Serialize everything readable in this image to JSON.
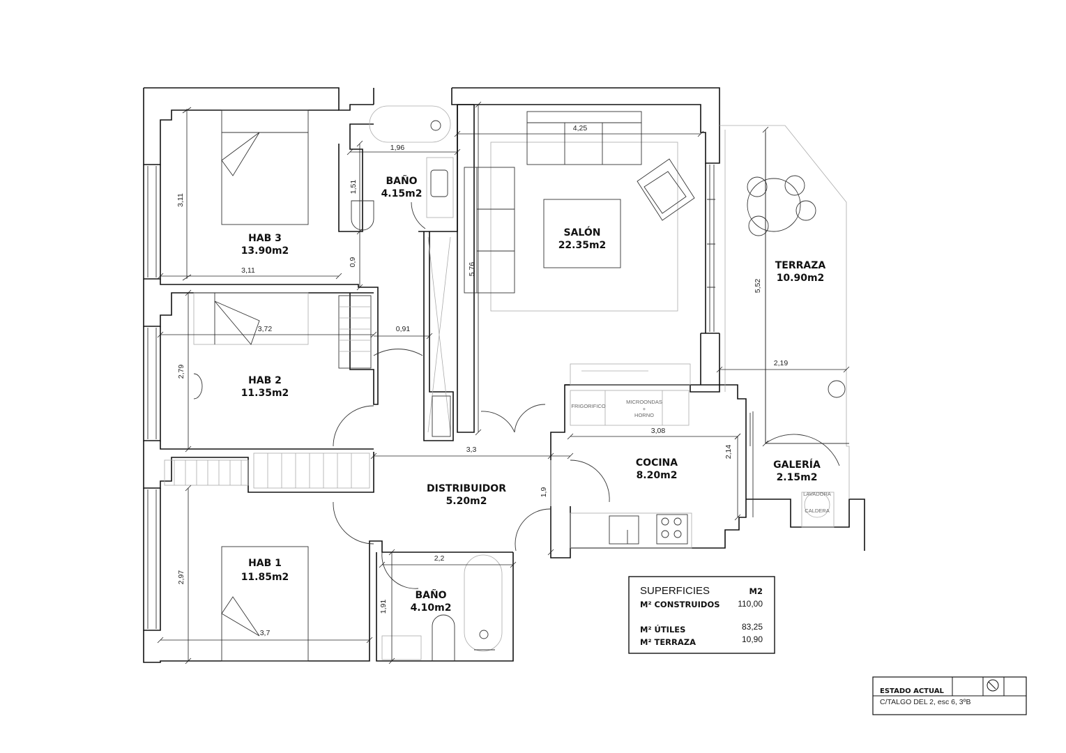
{
  "rooms": [
    {
      "id": "hab3",
      "name": "HAB 3",
      "area": "13.90m2"
    },
    {
      "id": "bano1",
      "name": "BAÑO",
      "area": "4.15m2"
    },
    {
      "id": "salon",
      "name": "SALÓN",
      "area": "22.35m2"
    },
    {
      "id": "terraza",
      "name": "TERRAZA",
      "area": "10.90m2"
    },
    {
      "id": "hab2",
      "name": "HAB 2",
      "area": "11.35m2"
    },
    {
      "id": "cocina",
      "name": "COCINA",
      "area": "8.20m2"
    },
    {
      "id": "galeria",
      "name": "GALERÍA",
      "area": "2.15m2"
    },
    {
      "id": "distribuidor",
      "name": "DISTRIBUIDOR",
      "area": "5.20m2"
    },
    {
      "id": "hab1",
      "name": "HAB 1",
      "area": "11.85m2"
    },
    {
      "id": "bano2",
      "name": "BAÑO",
      "area": "4.10m2"
    }
  ],
  "dimensions": {
    "hab3_height": "3,11",
    "hab3_width": "3,11",
    "bano1_width": "1,96",
    "bano1_height": "1,51",
    "hall_top": "0,9",
    "salon_width": "4,25",
    "salon_height": "5,76",
    "terraza_height": "5,52",
    "terraza_width": "2,19",
    "hab2_width": "3,72",
    "hab2_height": "2,79",
    "pasillo_width": "0,91",
    "distribuidor_width": "3,3",
    "cocina_width": "3,08",
    "cocina_height": "2,14",
    "distribuidor_height": "1,9",
    "bano2_width": "2,2",
    "bano2_height": "1,91",
    "hab1_height": "2,97",
    "hab1_width": "3,7"
  },
  "appliances": {
    "fridge": "FRIGORIFICO",
    "microwave": "MICROONDAS",
    "plus": "+",
    "oven": "HORNO",
    "washer": "LAVADORA",
    "boiler": "CALDERA"
  },
  "summary": {
    "title": "SUPERFICIES",
    "unit": "M2",
    "rows": [
      {
        "label": "M² CONSTRUIDOS",
        "value": "110,00"
      },
      {
        "label": "M² ÚTILES",
        "value": "83,25"
      },
      {
        "label": "M² TERRAZA",
        "value": "10,90"
      }
    ]
  },
  "title_block": {
    "title": "ESTADO ACTUAL",
    "address": "C/TALGO DEL 2, esc 6, 3ºB"
  }
}
